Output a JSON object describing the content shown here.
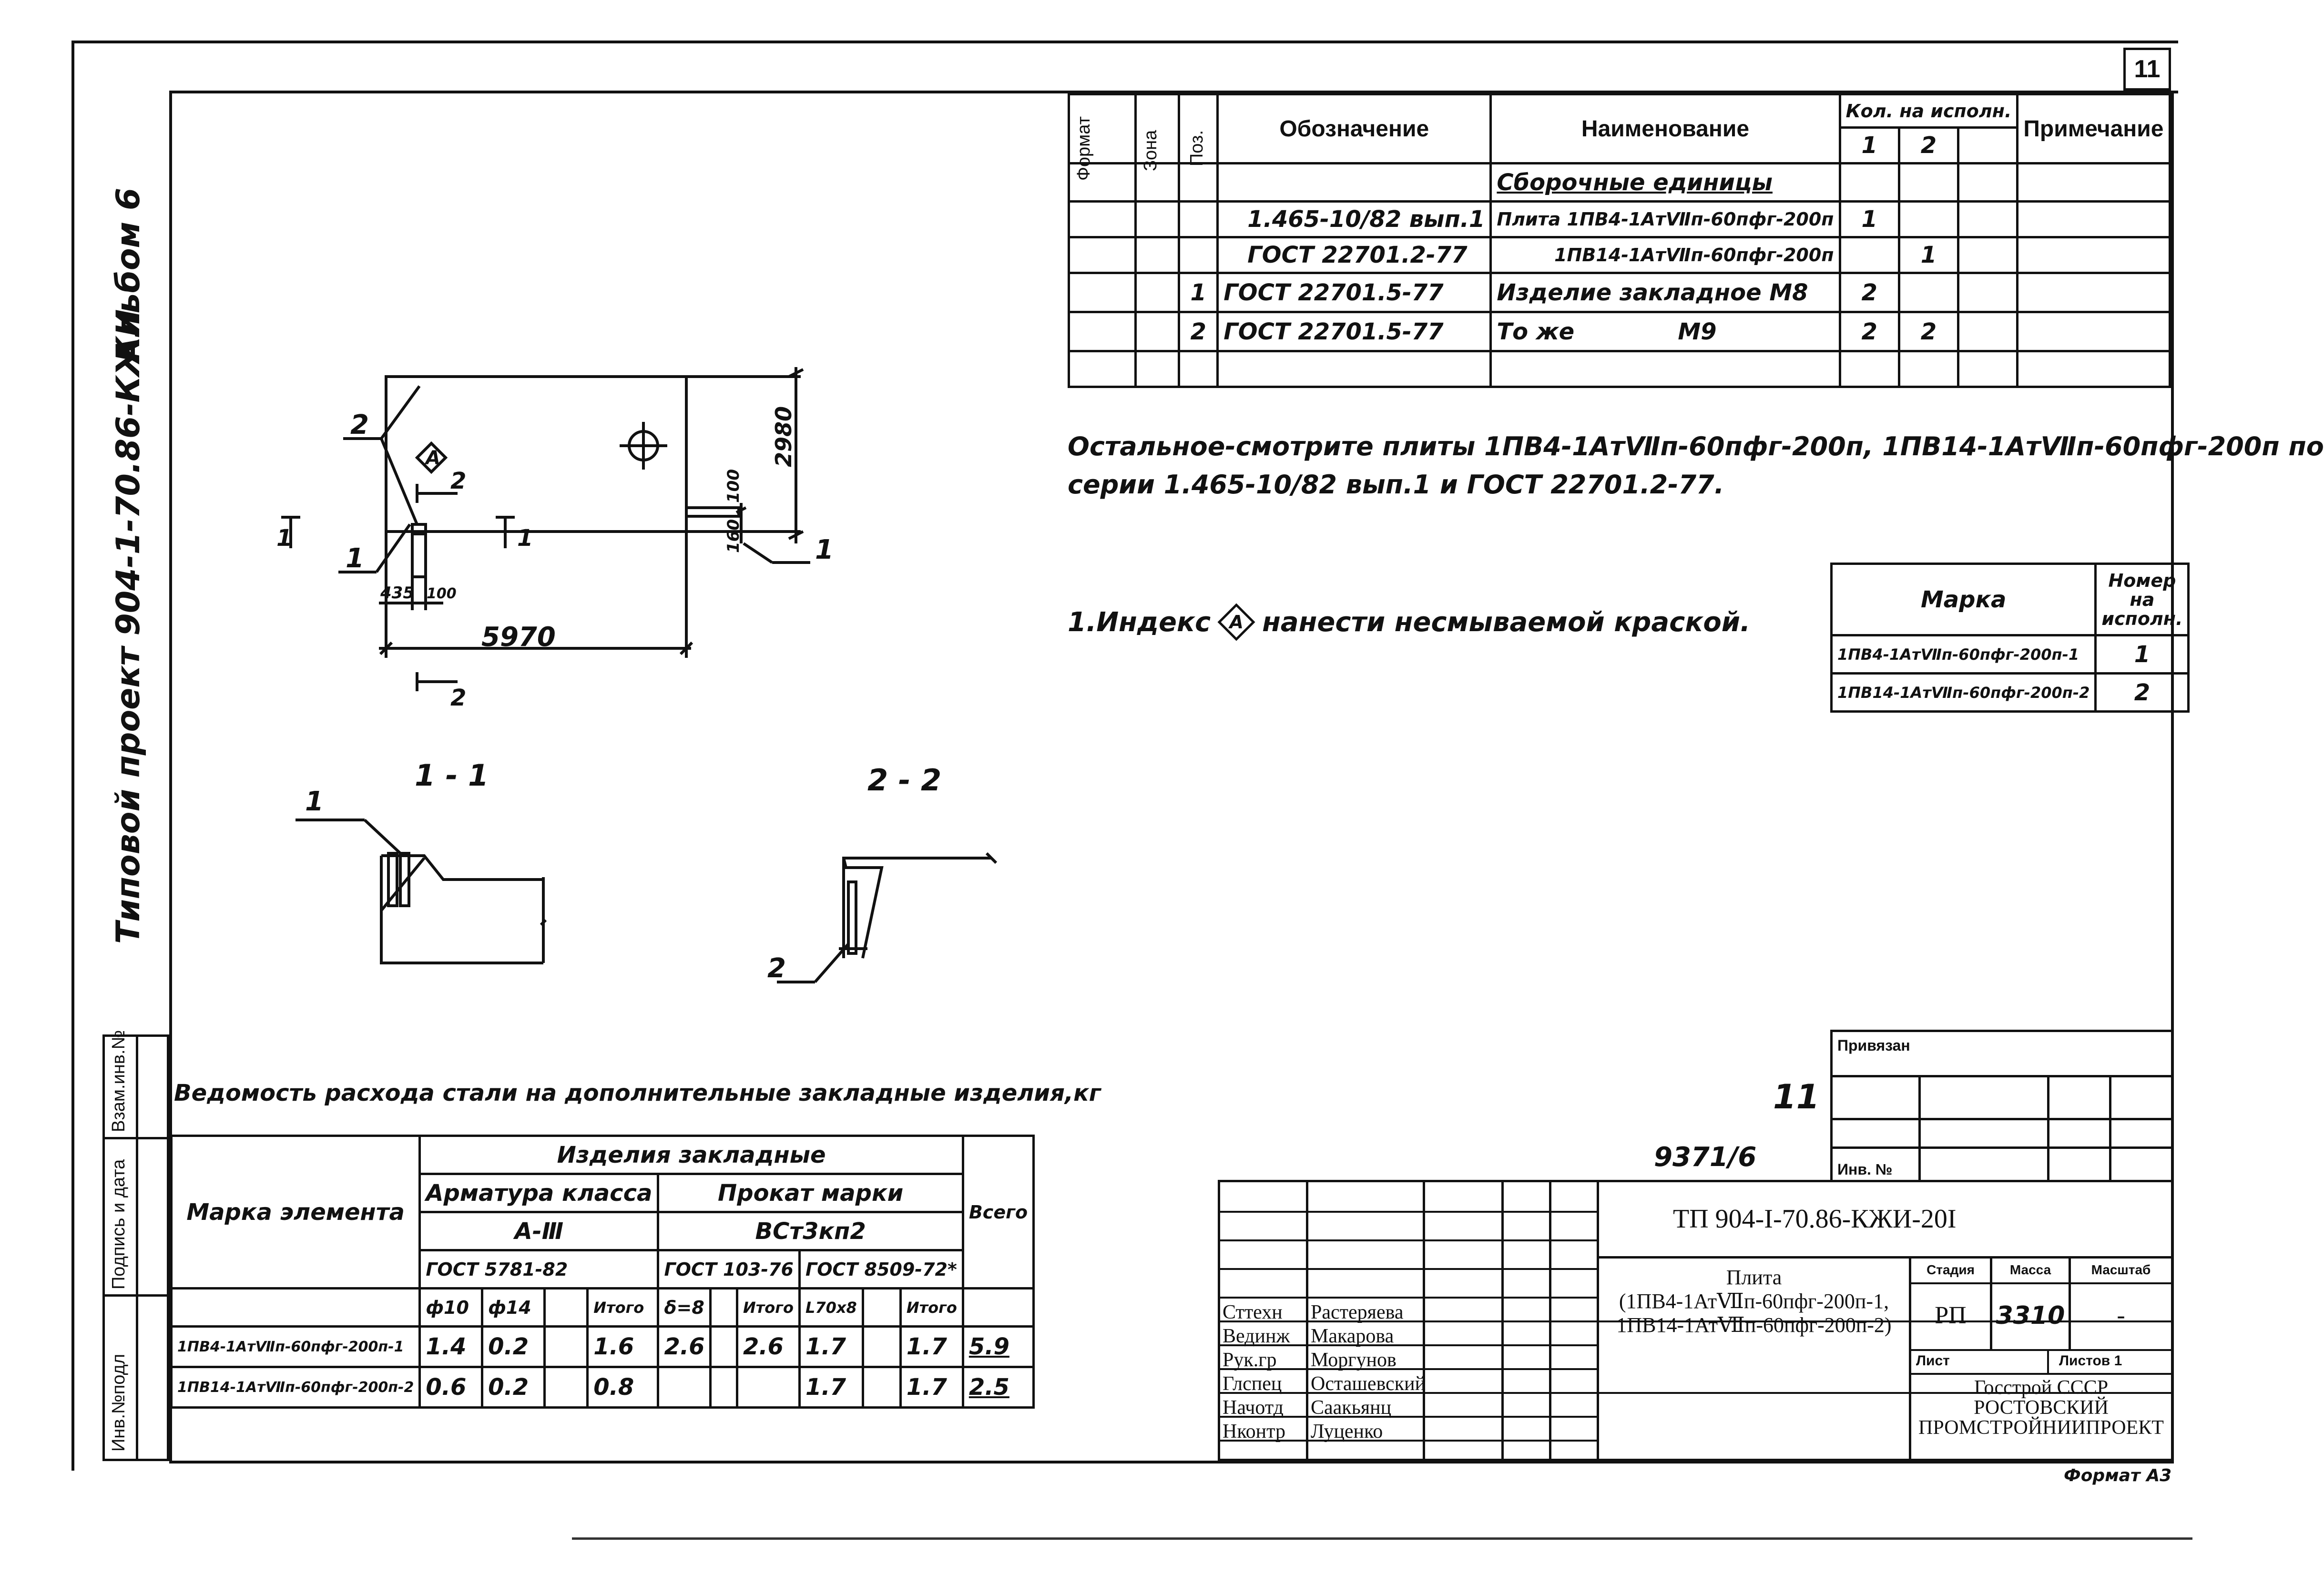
{
  "sheet_number": "11",
  "album_label": "Альбом 6",
  "project_label": "Типовой проект 904-1-70.86-КЖИ",
  "left_stamp": [
    "Взам.инв.№",
    "Подпись и дата",
    "Инв.№подл"
  ],
  "spec_table": {
    "headers": {
      "format": "Формат",
      "zone": "Зона",
      "pos": "Поз.",
      "designation": "Обозначение",
      "name": "Наименование",
      "qty_group": "Кол. на исполн.",
      "qty_1": "1",
      "qty_2": "2",
      "note": "Примечание"
    },
    "section_title": "Сборочные единицы",
    "rows": [
      {
        "pos": "",
        "designation": "1.465-10/82 вып.1",
        "name": "Плита 1ПВ4-1АтⅦп-60пфг-200п",
        "q1": "1",
        "q2": ""
      },
      {
        "pos": "",
        "designation": "ГОСТ 22701.2-77",
        "name": "1ПВ14-1АтⅦп-60пфг-200п",
        "q1": "",
        "q2": "1"
      },
      {
        "pos": "1",
        "designation": "ГОСТ 22701.5-77",
        "name": "Изделие закладное М8",
        "q1": "2",
        "q2": ""
      },
      {
        "pos": "2",
        "designation": "ГОСТ 22701.5-77",
        "name": "То же             М9",
        "q1": "2",
        "q2": "2"
      }
    ]
  },
  "notes": {
    "rest_line_1": "Остальное-смотрите плиты 1ПВ4-1АтⅦп-60пфг-200п, 1ПВ14-1АтⅦп-60пфг-200п по",
    "rest_line_2": "серии 1.465-10/82 вып.1 и ГОСТ 22701.2-77.",
    "index_prefix": "1.Индекс",
    "index_symbol": "А",
    "index_suffix": "нанести несмываемой краской."
  },
  "marka_table": {
    "h_marka": "Марка",
    "h_num": "Номер на исполн.",
    "rows": [
      {
        "marka": "1ПВ4-1АтⅦп-60пфг-200п-1",
        "num": "1"
      },
      {
        "marka": "1ПВ14-1АтⅦп-60пфг-200п-2",
        "num": "2"
      }
    ]
  },
  "drawing": {
    "callout_2": "2",
    "callout_1": "1",
    "index_mark": "А",
    "dim_length": "5970",
    "dim_height": "2980",
    "dim_435": "435",
    "dim_100a": "100",
    "dim_100b": "100",
    "dim_160": "160",
    "cut_1": "1",
    "cut_2": "2",
    "section_11": "1 - 1",
    "section_22": "2 - 2"
  },
  "steel": {
    "title": "Ведомость расхода стали на дополнительные закладные изделия,кг",
    "h_marka": "Марка элемента",
    "h_products": "Изделия закладные",
    "h_armatura": "Арматура класса",
    "h_class": "А-Ⅲ",
    "h_prokat": "Прокат марки",
    "h_vst": "ВСт3кп2",
    "h_gost1": "ГОСТ 5781-82",
    "h_gost2": "ГОСТ 103-76",
    "h_gost3": "ГОСТ 8509-72*",
    "h_total": "Всего",
    "sub": [
      "ф10",
      "ф14",
      "",
      "Итого",
      "δ=8",
      "",
      "Итого",
      "L70х8",
      "",
      "Итого"
    ],
    "rows": [
      {
        "marka": "1ПВ4-1АтⅦп-60пфг-200п-1",
        "v": [
          "1.4",
          "0.2",
          "",
          "1.6",
          "2.6",
          "",
          "2.6",
          "1.7",
          "",
          "1.7"
        ],
        "total": "5.9"
      },
      {
        "marka": "1ПВ14-1АтⅦп-60пфг-200п-2",
        "v": [
          "0.6",
          "0.2",
          "",
          "0.8",
          "",
          "",
          "",
          "1.7",
          "",
          "1.7"
        ],
        "total": "2.5"
      }
    ]
  },
  "privyazan": "Привязан",
  "inv_no": "Инв. №",
  "handwritten_11": "11",
  "handwritten_num": "9371/6",
  "title_block": {
    "code": "ТП 904-I-70.86-КЖИ-20I",
    "people": [
      {
        "role": "Сттехн",
        "name": "Растеряева"
      },
      {
        "role": "Вединж",
        "name": "Макарова"
      },
      {
        "role": "Рук.гр",
        "name": "Моргунов"
      },
      {
        "role": "Глспец",
        "name": "Осташевский"
      },
      {
        "role": "Начотд",
        "name": "Саакьянц"
      },
      {
        "role": "Нконтр",
        "name": "Луценко"
      }
    ],
    "item_title_1": "Плита",
    "item_title_2": "(1ПВ4-1АтⅦп-60пфг-200п-1,",
    "item_title_3": "1ПВ14-1АтⅦп-60пфг-200п-2)",
    "h_stage": "Стадия",
    "h_mass": "Масса",
    "h_scale": "Масштаб",
    "stage": "РП",
    "mass": "3310",
    "scale": "-",
    "sheet": "Лист",
    "sheets": "Листов 1",
    "org_1": "Госстрой СССР",
    "org_2": "РОСТОВСКИЙ",
    "org_3": "ПРОМСТРОЙНИИПРОЕКТ"
  },
  "format_label": "Формат А3"
}
